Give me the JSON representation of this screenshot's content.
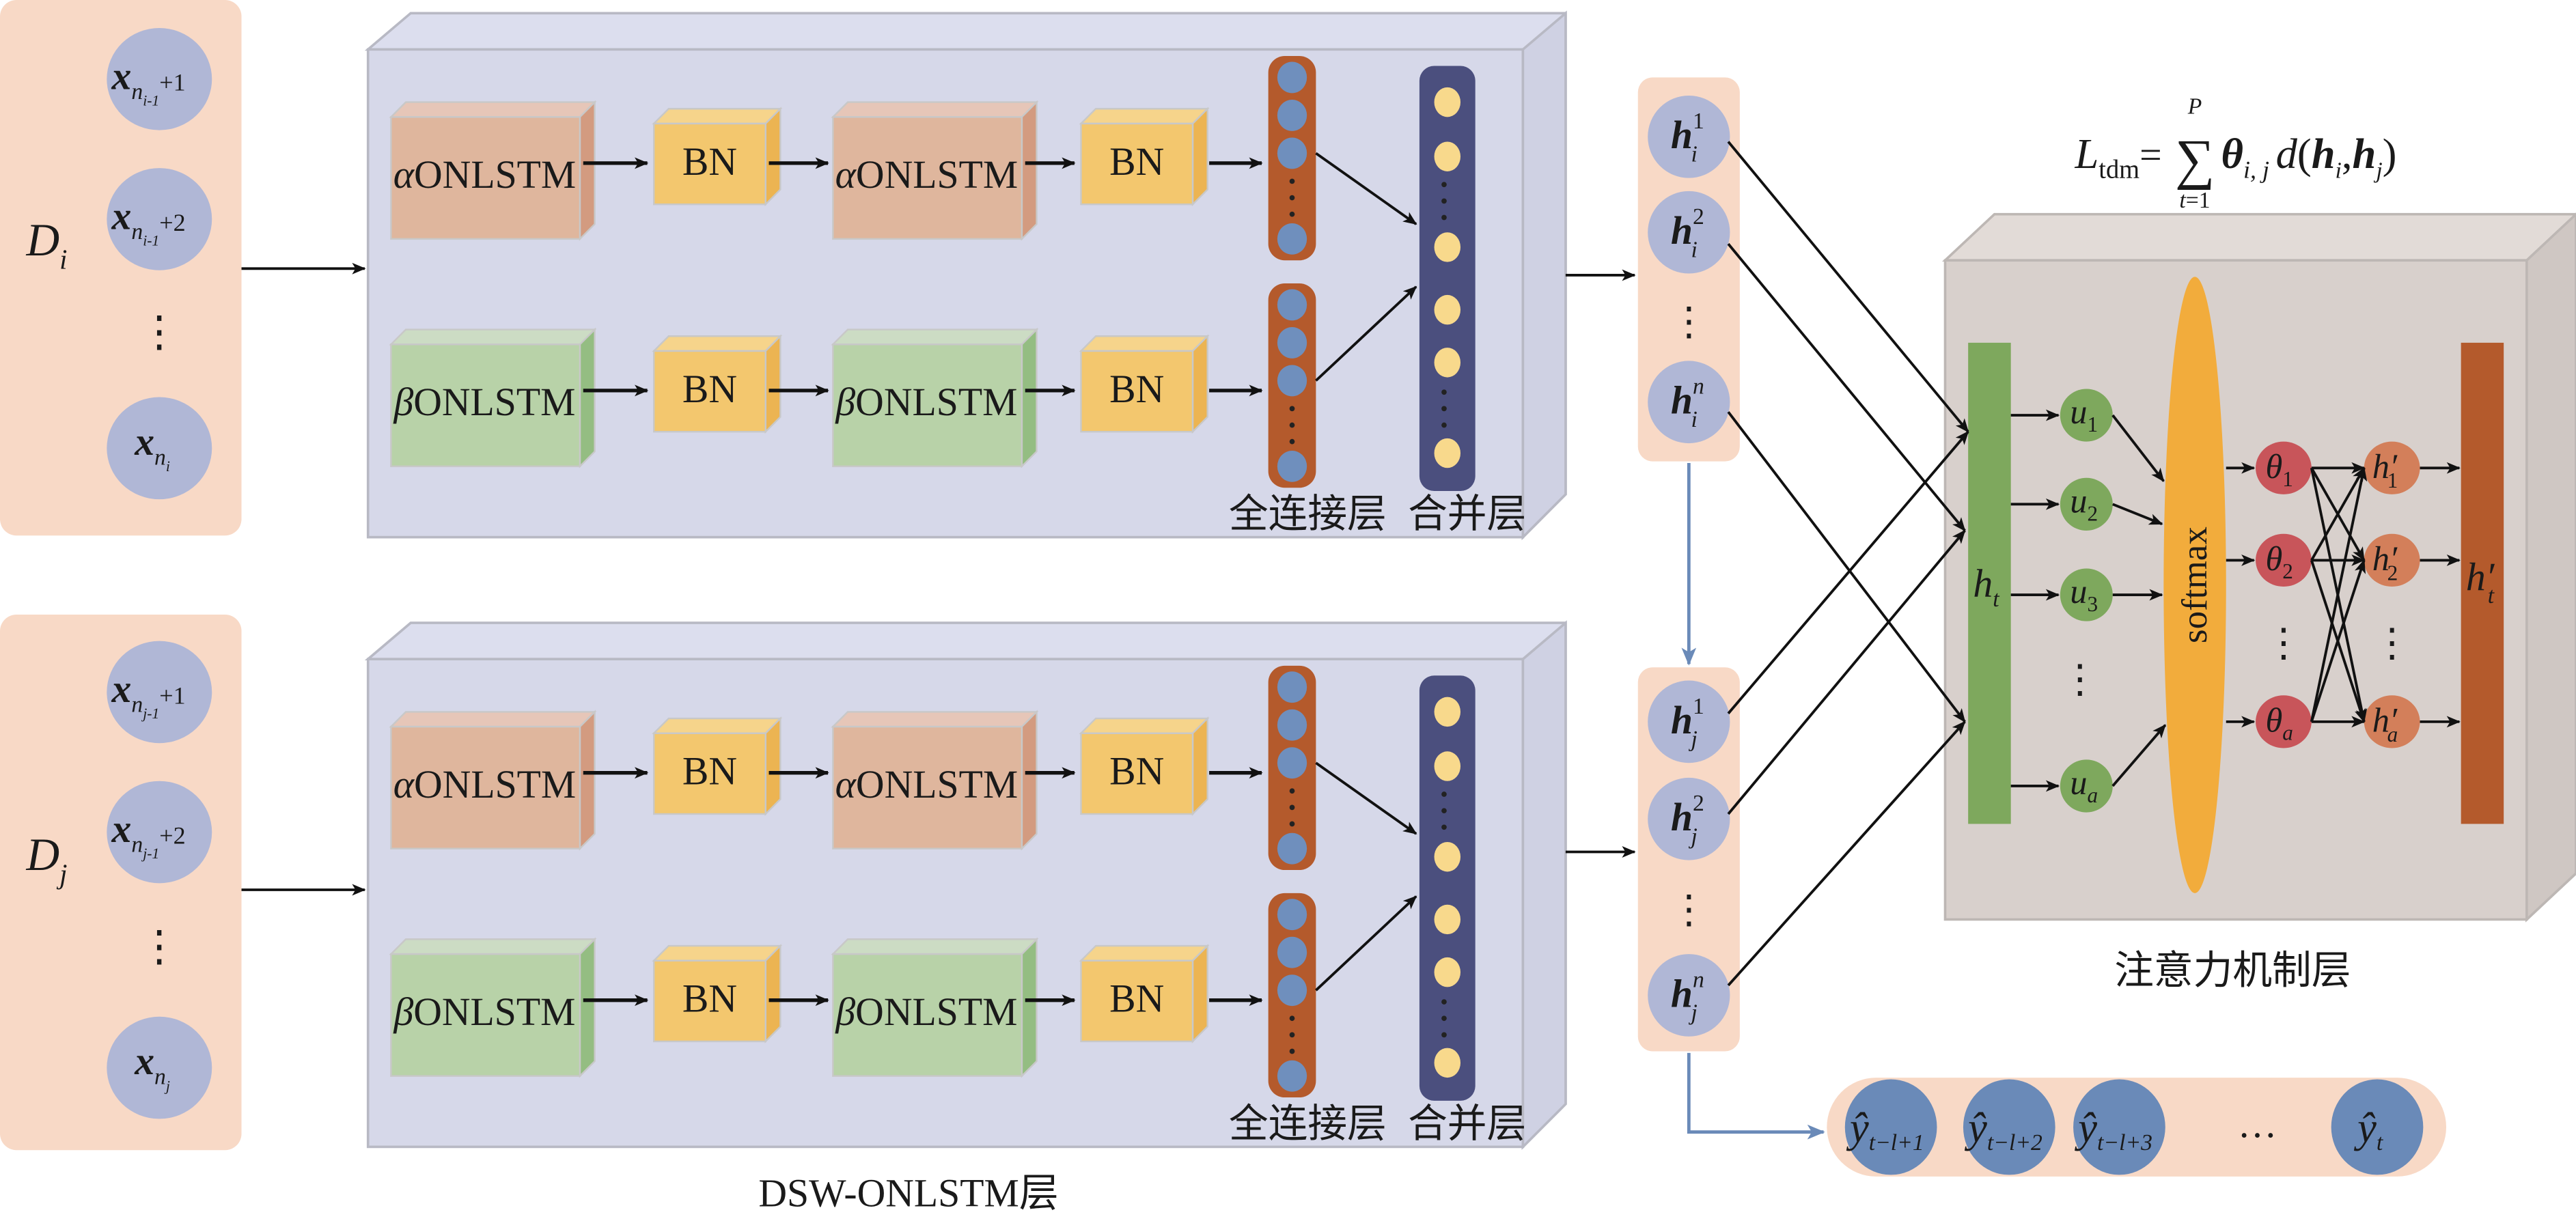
{
  "title": "DSW-ONLSTM with attention mechanism architecture",
  "colors": {
    "input_panel": "#f8d9c6",
    "input_node": "#b0b7d6",
    "block_face": "#d6d8e9",
    "block_edge": "#b8b9c4",
    "alpha_box": "#dfb69d",
    "alpha_side": "#d39b80",
    "beta_box": "#b8d2a8",
    "beta_side": "#94bd82",
    "bn_box": "#f3c76e",
    "bn_side": "#ecb452",
    "fc_bar": "#b45a2c",
    "fc_node": "#6f8fbd",
    "merge_bar": "#4b4f7e",
    "merge_node": "#f8d98c",
    "attn_face": "#d8d0cc",
    "ht_bar": "#7ea85d",
    "u_node": "#7ea85d",
    "softmax": "#f2ac3c",
    "theta_node": "#c8555a",
    "hprime_node": "#d37f5a",
    "htprime_bar": "#b45a2c",
    "output_node": "#6a8ab8",
    "blue_arrow": "#6a8ab8"
  },
  "inputs": [
    {
      "panel_label": "D",
      "panel_sub": "i",
      "nodes": [
        {
          "main": "x",
          "sub": "n",
          "subsub": "i-1",
          "suffix": "+1"
        },
        {
          "main": "x",
          "sub": "n",
          "subsub": "i-1",
          "suffix": "+2"
        },
        {
          "ellipsis": "⋮"
        },
        {
          "main": "x",
          "sub": "n",
          "subsub": "i",
          "suffix": ""
        }
      ]
    },
    {
      "panel_label": "D",
      "panel_sub": "j",
      "nodes": [
        {
          "main": "x",
          "sub": "n",
          "subsub": "j-1",
          "suffix": "+1"
        },
        {
          "main": "x",
          "sub": "n",
          "subsub": "j-1",
          "suffix": "+2"
        },
        {
          "ellipsis": "⋮"
        },
        {
          "main": "x",
          "sub": "n",
          "subsub": "j",
          "suffix": ""
        }
      ]
    }
  ],
  "dsw_block": {
    "alpha_label_greek": "α",
    "beta_label_greek": "β",
    "onlstm_label": "ONLSTM",
    "bn_label": "BN",
    "fc_label": "全连接层",
    "merge_label": "合并层",
    "caption": "DSW-ONLSTM层"
  },
  "hidden_columns": [
    {
      "sub": "i",
      "nodes": [
        {
          "sup": "1"
        },
        {
          "sup": "2"
        },
        {
          "ellipsis": "⋮"
        },
        {
          "sup": "n"
        }
      ]
    },
    {
      "sub": "j",
      "nodes": [
        {
          "sup": "1"
        },
        {
          "sup": "2"
        },
        {
          "ellipsis": "⋮"
        },
        {
          "sup": "n"
        }
      ]
    }
  ],
  "formula": {
    "lhs": "L",
    "lhs_sub": "tdm",
    "eq": "=",
    "sum": "∑",
    "sum_top": "P",
    "sum_bottom": "t=1",
    "theta": "θ",
    "theta_sub": "i, j",
    "d": "d",
    "open": "(",
    "h": "h",
    "hi_sub": "i",
    "comma": ",",
    "hj_sub": "j",
    "close": ")"
  },
  "attention": {
    "ht_label": "h",
    "ht_sub": "t",
    "u_nodes": [
      {
        "sub": "1"
      },
      {
        "sub": "2"
      },
      {
        "sub": "3"
      },
      {
        "ellipsis": "⋮"
      },
      {
        "sub": "a"
      }
    ],
    "u_main": "u",
    "softmax_label": "softmax",
    "theta_main": "θ",
    "theta_nodes": [
      {
        "sub": "1"
      },
      {
        "sub": "2"
      },
      {
        "ellipsis": "⋮"
      },
      {
        "sub": "a"
      }
    ],
    "hprime_main": "h′",
    "hprime_nodes": [
      {
        "sub": "1"
      },
      {
        "sub": "2"
      },
      {
        "ellipsis": "⋮"
      },
      {
        "sub": "a"
      }
    ],
    "htprime_label": "h′",
    "htprime_sub": "t",
    "caption": "注意力机制层"
  },
  "outputs": {
    "main": "ŷ",
    "nodes": [
      {
        "sub": "t−l+1"
      },
      {
        "sub": "t−l+2"
      },
      {
        "sub": "t−l+3"
      },
      {
        "ellipsis": "…"
      },
      {
        "sub": "t"
      }
    ]
  }
}
